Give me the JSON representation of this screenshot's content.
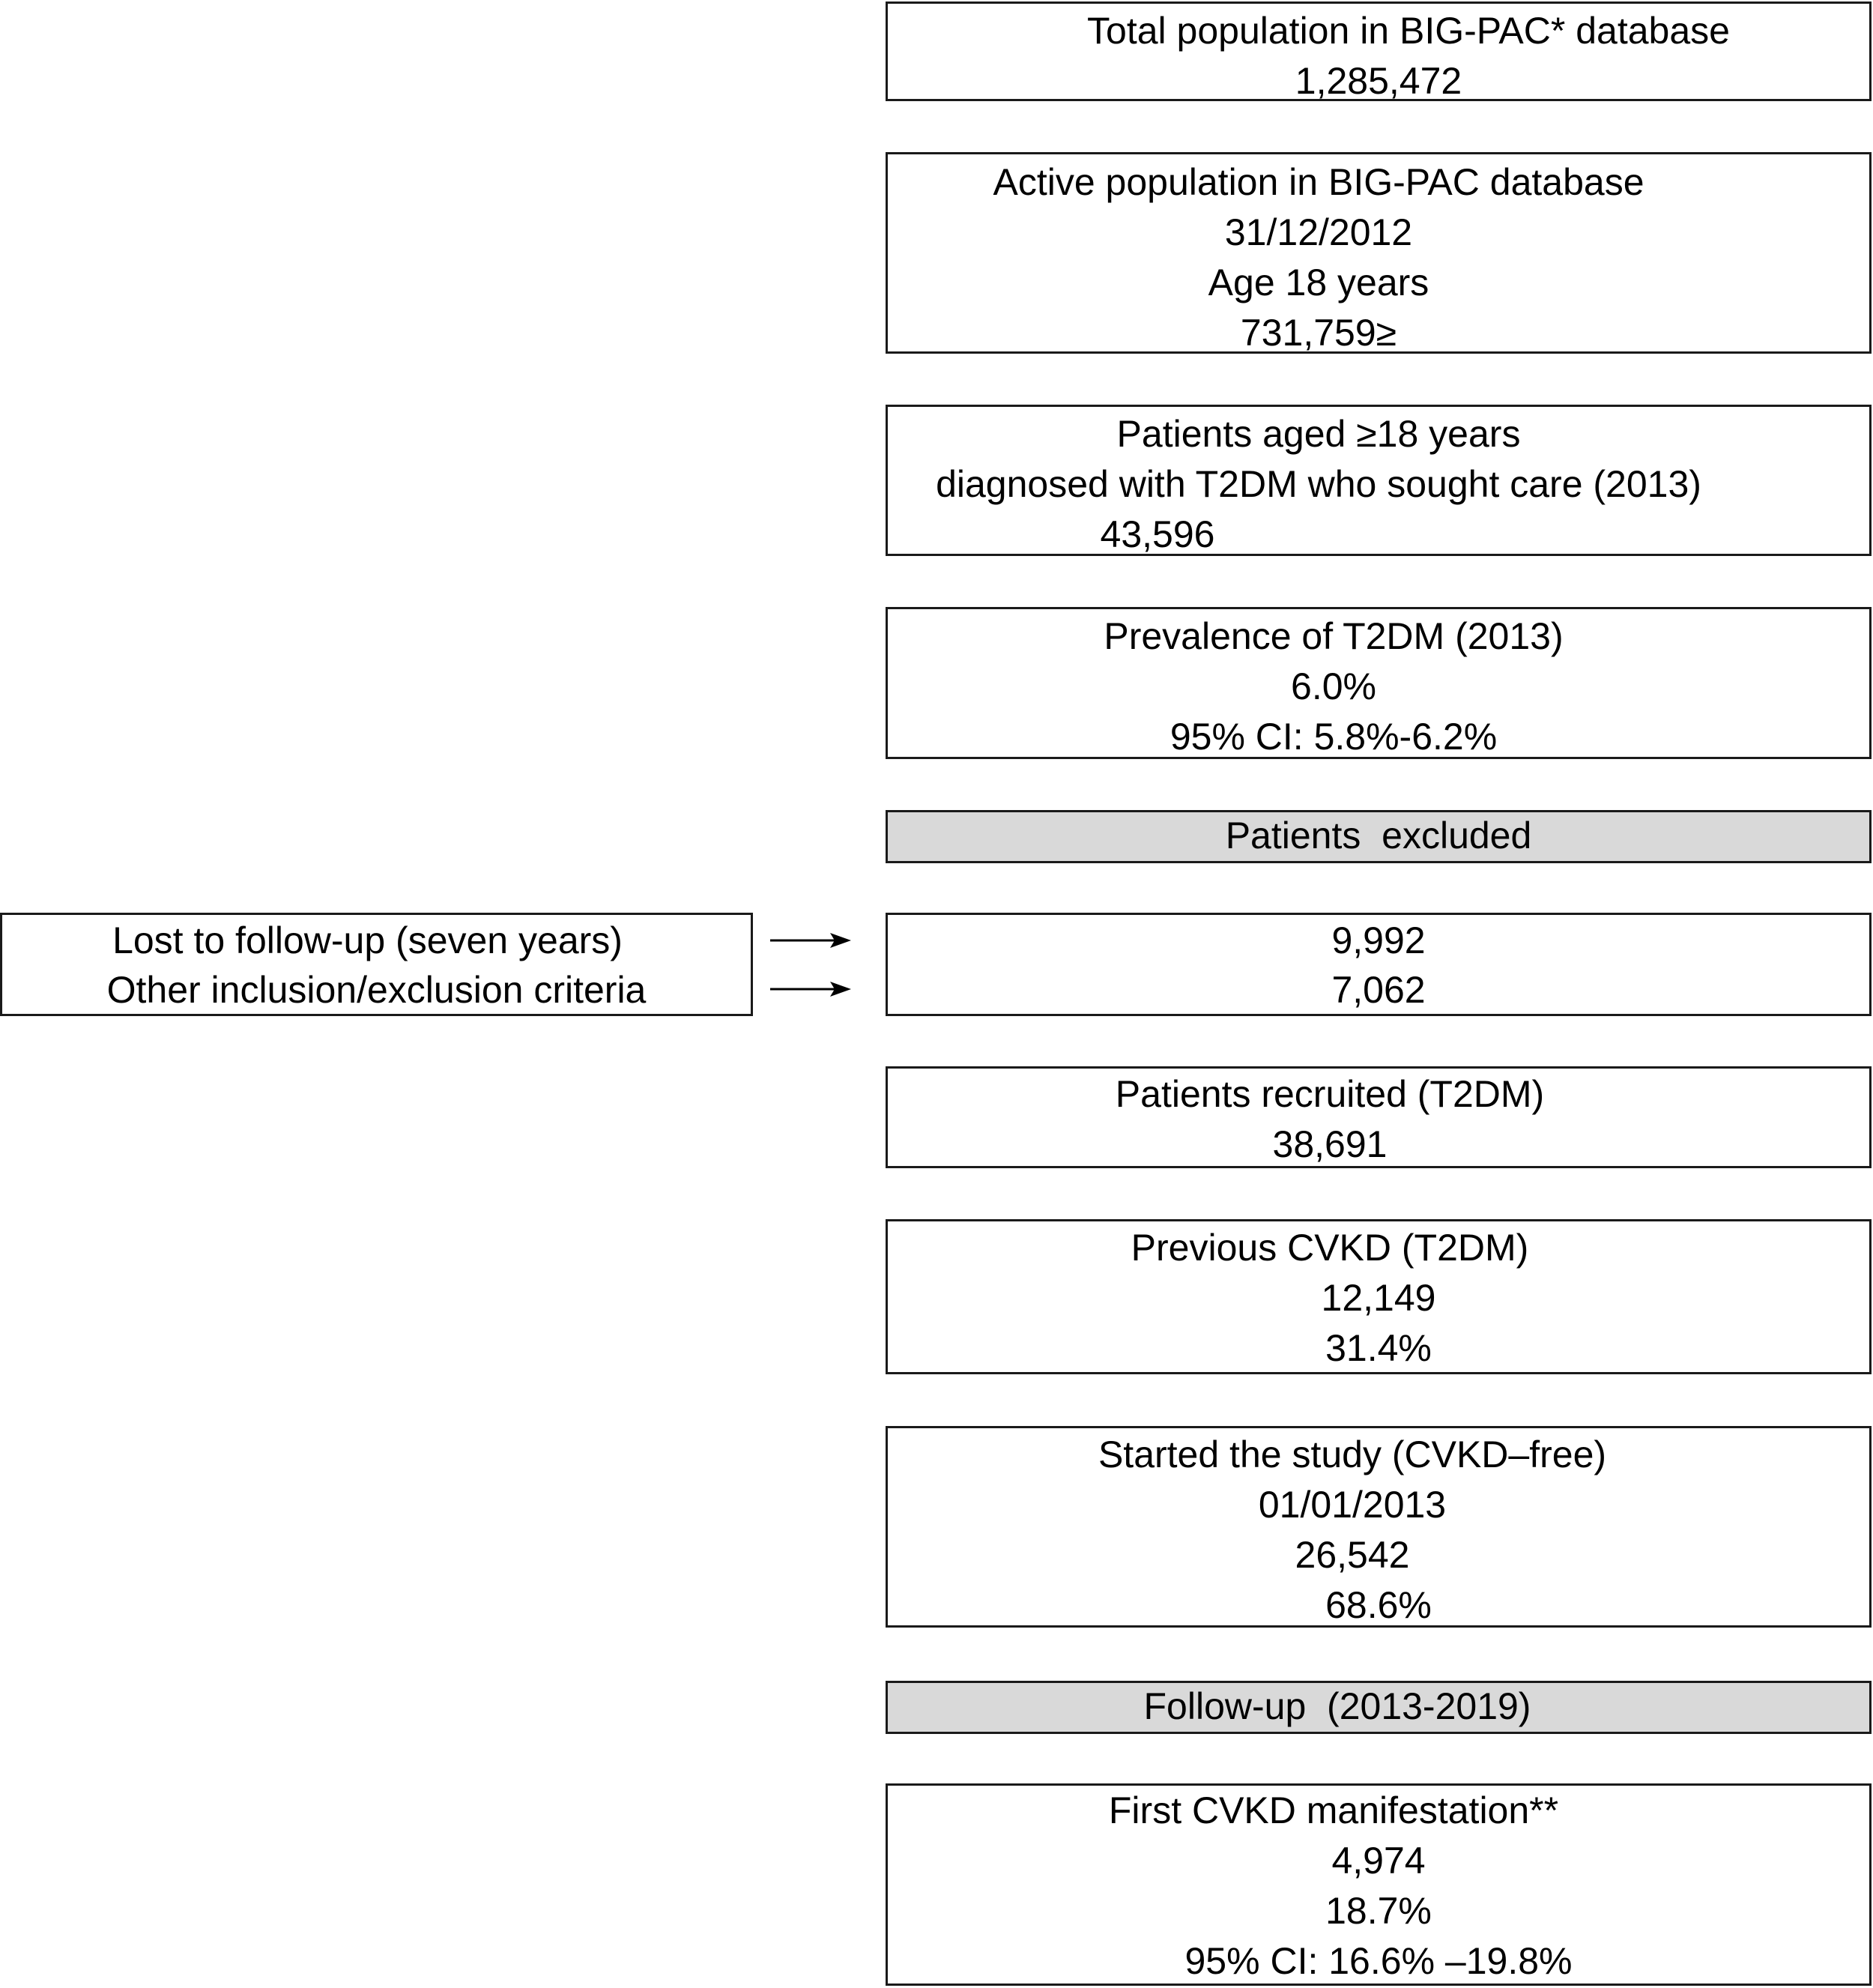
{
  "colors": {
    "border": "#1a1a1a",
    "shaded_fill": "#d9d9d9",
    "background": "#ffffff",
    "text": "#000000"
  },
  "boxes": {
    "total_population": [
      "Total population in BIG-PAC* database",
      "1,285,472"
    ],
    "active_population": [
      "Active population in BIG-PAC database",
      "31/12/2012",
      "Age 18 years",
      "731,759≥"
    ],
    "t2dm_patients": [
      "Patients aged ≥18 years",
      "diagnosed with T2DM who sought care (2013)",
      "43,596"
    ],
    "prevalence": [
      "Prevalence of T2DM (2013)",
      "6.0%",
      "95% CI: 5.8%-6.2%"
    ],
    "patients_excluded": [
      "Patients  excluded"
    ],
    "excluded_counts": [
      "9,992",
      "7,062"
    ],
    "exclusion_reasons": [
      "Lost to follow-up (seven years)",
      "Other inclusion/exclusion criteria"
    ],
    "patients_recruited": [
      "Patients recruited (T2DM)",
      "38,691"
    ],
    "previous_cvkd": [
      "Previous CVKD (T2DM)",
      "12,149",
      "31.4%"
    ],
    "started_study": [
      "Started the study (CVKD–free)",
      "01/01/2013",
      "26,542",
      "68.6%"
    ],
    "follow_up": [
      "Follow-up  (2013-2019)"
    ],
    "first_cvkd": [
      "First CVKD manifestation**",
      "4,974",
      "18.7%",
      "95% CI: 16.6% –19.8%"
    ]
  }
}
